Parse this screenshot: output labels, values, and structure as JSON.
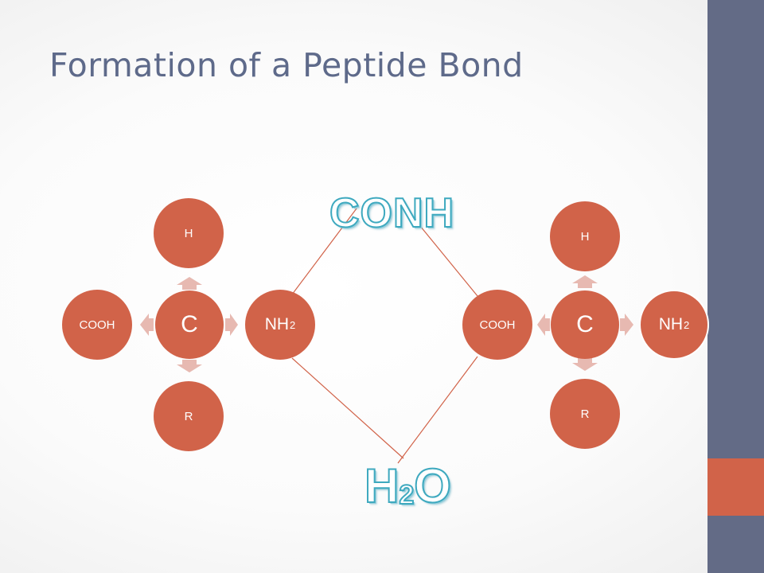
{
  "slide": {
    "title": "Formation of a Peptide Bond",
    "colors": {
      "node": "#d16349",
      "arrow": "#e7b9b1",
      "link_line": "#d16349",
      "label_outline": "#3ea9bf",
      "sidebar": "#636b86",
      "sidebar_accent": "#d16349",
      "title": "#5e6a8a"
    }
  },
  "diagram": {
    "molecules": [
      {
        "center": "C",
        "top": "H",
        "left": "COOH",
        "right": "NH",
        "right_subscript": "2",
        "bottom": "R"
      },
      {
        "center": "C",
        "top": "H",
        "left": "COOH",
        "right": "NH",
        "right_subscript": "2",
        "bottom": "R"
      }
    ],
    "bond_label": "CONH",
    "water_label": "H",
    "water_subscript": "2",
    "water_suffix": "O"
  }
}
